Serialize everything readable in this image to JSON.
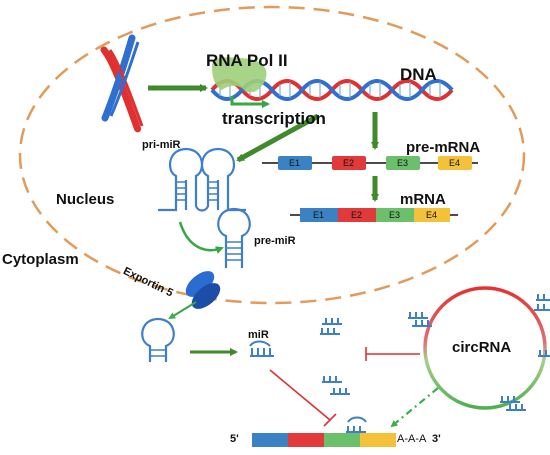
{
  "labels": {
    "rna_pol": "RNA Pol II",
    "dna": "DNA",
    "transcription": "transcription",
    "pre_mrna": "pre-mRNA",
    "mrna": "mRNA",
    "pri_mir": "pri-miR",
    "pre_mir": "pre-miR",
    "nucleus": "Nucleus",
    "cytoplasm": "Cytoplasm",
    "exportin": "Exportin 5",
    "mir": "miR",
    "circrna": "circRNA",
    "five_prime": "5'",
    "three_prime": "3'",
    "poly_a": "A-A-A"
  },
  "exons": [
    "E1",
    "E2",
    "E3",
    "E4"
  ],
  "colors": {
    "membrane": "#e39a5a",
    "arrow": "#3f8a2a",
    "rna_blue": "#3d7fcc",
    "inhibit": "#e03030",
    "exon_blue": "#3b82c4",
    "exon_red": "#e23a3a",
    "exon_green": "#6cc06c",
    "exon_yellow": "#f3c23a",
    "polymerase": "#9fcf7a"
  }
}
